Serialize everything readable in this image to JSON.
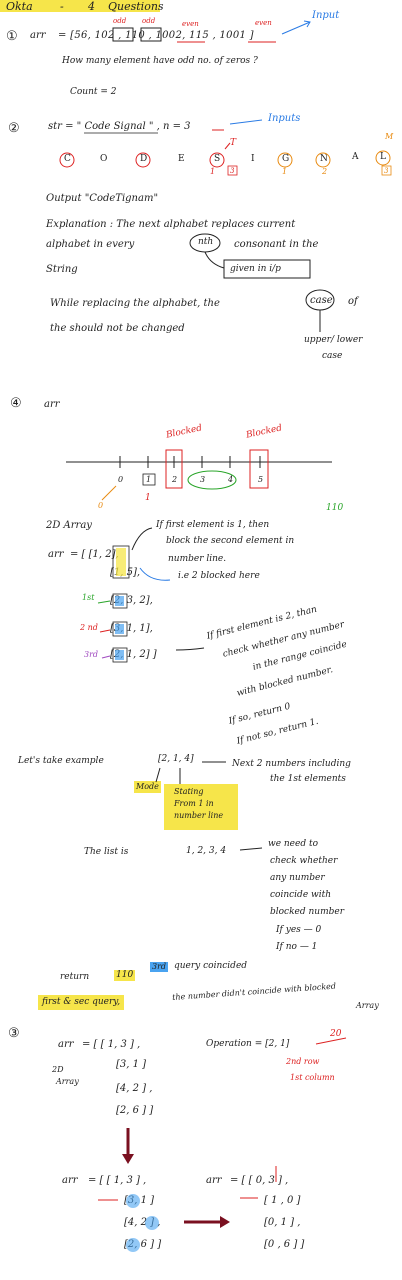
{
  "header": {
    "title": "Okta",
    "sep": "-",
    "count": "4",
    "questions": "Questions"
  },
  "q1": {
    "num": "①",
    "arr_label": "arr",
    "arr": "= [56, 102 , 110 , 1002, 115 , 1001 ]",
    "odd1": "odd",
    "odd2": "odd",
    "even1": "even",
    "even2": "even",
    "input": "Input",
    "question": "How   many element   have   odd   no. of zeros ?",
    "count": "Count = 2"
  },
  "q2": {
    "num": "②",
    "str": "str = \" Code Signal \"   ,  n = 3",
    "inputs": "Inputs",
    "letters": [
      "C",
      "O",
      "D",
      "E",
      "S",
      "I",
      "G",
      "N",
      "A",
      "L"
    ],
    "t_mark": "T",
    "m_mark": "M",
    "idx1": "1",
    "idx2": "2",
    "idx3": "3",
    "sub1": "1",
    "sub2": "2",
    "box3": "3",
    "box3b": "3",
    "output": "Output  \"CodeTignam\"",
    "expl1": "Explanation :  The next alphabet replaces current",
    "expl2": "alphabet   in every",
    "nth": "nth",
    "expl2b": "consonant  in   the",
    "expl3": "String",
    "given": "given in i/p",
    "while1": "While replacing the alphabet, the",
    "case_word": "case",
    "of": "of",
    "while2": "the   should   not   be   changed",
    "uplow1": "upper/ lower",
    "uplow2": "case"
  },
  "q4": {
    "num": "④",
    "arr": "arr",
    "blocked1": "Blocked",
    "blocked2": "Blocked",
    "nums": [
      "0",
      "1",
      "2",
      "3",
      "4",
      "5"
    ],
    "sub0": "0",
    "sub1": "1",
    "sub110": "110",
    "arr2d_label": "2D   Array",
    "arr_word": "arr",
    "rows": [
      "= [ [1, 2],",
      "[1, 5],",
      "[2, 3, 2],",
      "[3, 1, 1],",
      "[2, 1, 2] ]"
    ],
    "ord1": "1st",
    "ord2": "2 nd",
    "ord3": "3rd",
    "note1a": "If first element is 1, then",
    "note1b": "block the second element in",
    "note1c": "number line.",
    "note1d": "i.e  2  blocked here",
    "note2a": "If first element is 2, than",
    "note2b": "check whether any number",
    "note2c": "in the range coincide",
    "note2d": "with blocked number.",
    "note3a": "If so, return 0",
    "note3b": "If not so, return 1.",
    "lets": "Let's   take   example",
    "example": "[2, 1, 4]",
    "next2": "Next 2 numbers including",
    "next2b": "the 1st elements",
    "mode": "Mode",
    "starting1": "Stating",
    "starting2": "From 1 in",
    "starting3": "number line",
    "list": "The   list   is",
    "list_vals": "1, 2, 3, 4",
    "need1": "we need to",
    "need2": "check whether",
    "need3": "any number",
    "need4": "coincide with",
    "need5": "blocked number",
    "yes": "If yes — 0",
    "no": "If  no — 1",
    "return": "return",
    "ret_val": "110",
    "third": "3rd",
    "third_text": "query coincided",
    "firstsec": "first & sec query,",
    "didnt": "the number didn't coincide with blocked",
    "array": "Array"
  },
  "q3": {
    "num": "③",
    "arr_word": "arr",
    "rows": [
      "= [ [ 1, 3 ] ,",
      "[3, 1 ]",
      "[4, 2 ] ,",
      "[2, 6 ] ]"
    ],
    "label2d1": "2D",
    "label2d2": "Array",
    "operation": "Operation  =   [2, 1]",
    "op20": "20",
    "row2": "2nd  row",
    "col1": "1st  column",
    "left_rows": [
      "= [ [ 1, 3 ] ,",
      "[3, 1 ]",
      "[4, 2 ] ,",
      "[2, 6 ] ]"
    ],
    "right_rows": [
      "= [ [ 0, 3 ] ,",
      "[ 1 , 0 ]",
      "[0, 1 ] ,",
      "[0 , 6 ] ]"
    ]
  }
}
